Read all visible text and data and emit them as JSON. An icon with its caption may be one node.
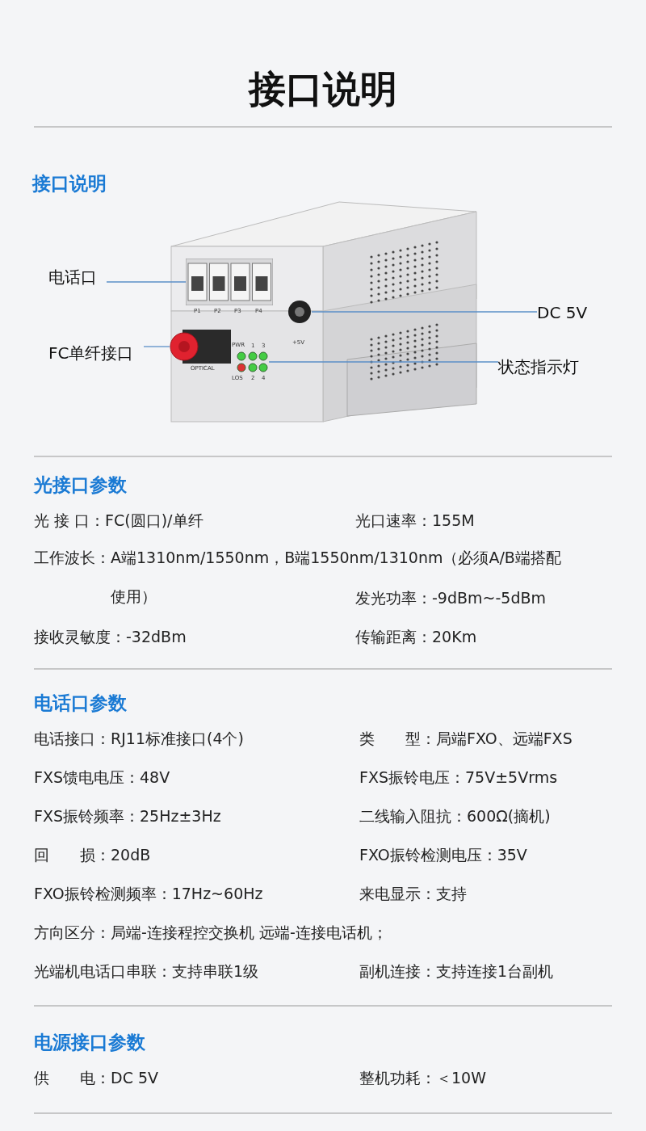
{
  "diagram": {
    "title": "接口说明",
    "nodes": [
      {
        "text": [
          "电话口"
        ]
      },
      {
        "text": [],
        "shape": "box"
      },
      {
        "text": [
          "DC 5V"
        ]
      },
      {
        "text": [],
        "shape": "circle"
      },
      {
        "text": [
          "FC单纤接口"
        ]
      },
      {
        "text": [],
        "shape": "circle"
      },
      {
        "text": [
          "状态指示灯"
        ]
      },
      {
        "text": [],
        "shape": "circle"
      }
    ],
    "edges": [
      {
        "from": 0,
        "to": 1,
        "arrow": "none"
      },
      {
        "from": 2,
        "to": 3,
        "arrow": "none"
      },
      {
        "from": 4,
        "to": 5,
        "arrow": "none"
      },
      {
        "from": 6,
        "to": 7,
        "arrow": "none"
      }
    ],
    "labels": [
      "接口说明",
      "P1",
      "P2",
      "P3",
      "P4",
      "+5V",
      "PWR",
      "1",
      "3",
      "LOS",
      "2",
      "4",
      "OPTICAL",
      "光接口参数",
      "光 接 口：FC(圆口)/单纤",
      "光口速率：155M",
      "工作波长：A端1310nm/1550nm，B端1550nm/1310nm（必须A/B端搭配使用）",
      "发光功率：-9dBm~-5dBm",
      "接收灵敏度：-32dBm",
      "传输距离：20Km",
      "电话口参数",
      "电话接口：RJ11标准接口(4个)",
      "类　　型：局端FXO、远端FXS",
      "FXS馈电电压：48V",
      "FXS振铃电压：75V±5Vrms",
      "FXS振铃频率：25Hz±3Hz",
      "二线输入阻抗：600Ω(摘机)",
      "回　　损：20dB",
      "FXO振铃检测电压：35V",
      "FXO振铃检测频率：17Hz~60Hz",
      "来电显示：支持",
      "方向区分：局端-连接程控交换机 远端-连接电话机；",
      "光端机电话口串联：支持串联1级",
      "副机连接：支持连接1台副机",
      "电源接口参数",
      "供　　电：DC 5V",
      "整机功耗：＜10W"
    ]
  }
}
